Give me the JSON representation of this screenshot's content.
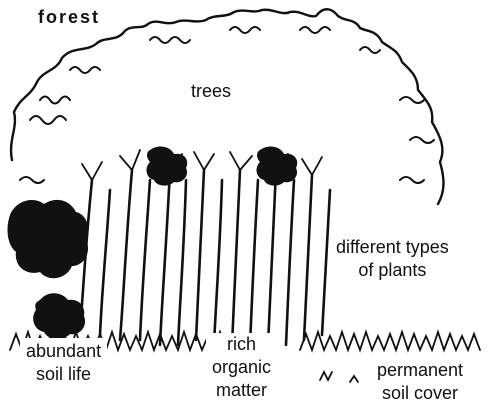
{
  "diagram": {
    "title": "forest",
    "labels": {
      "trees": [
        "trees"
      ],
      "plants": [
        "different types",
        "of plants"
      ],
      "soil_life": [
        "abundant",
        "soil life"
      ],
      "organic_matter": [
        "rich",
        "organic",
        "matter"
      ],
      "soil_cover": [
        "permanent",
        "soil cover"
      ]
    }
  },
  "colors": {
    "ink": "#111111",
    "background": "#ffffff"
  }
}
